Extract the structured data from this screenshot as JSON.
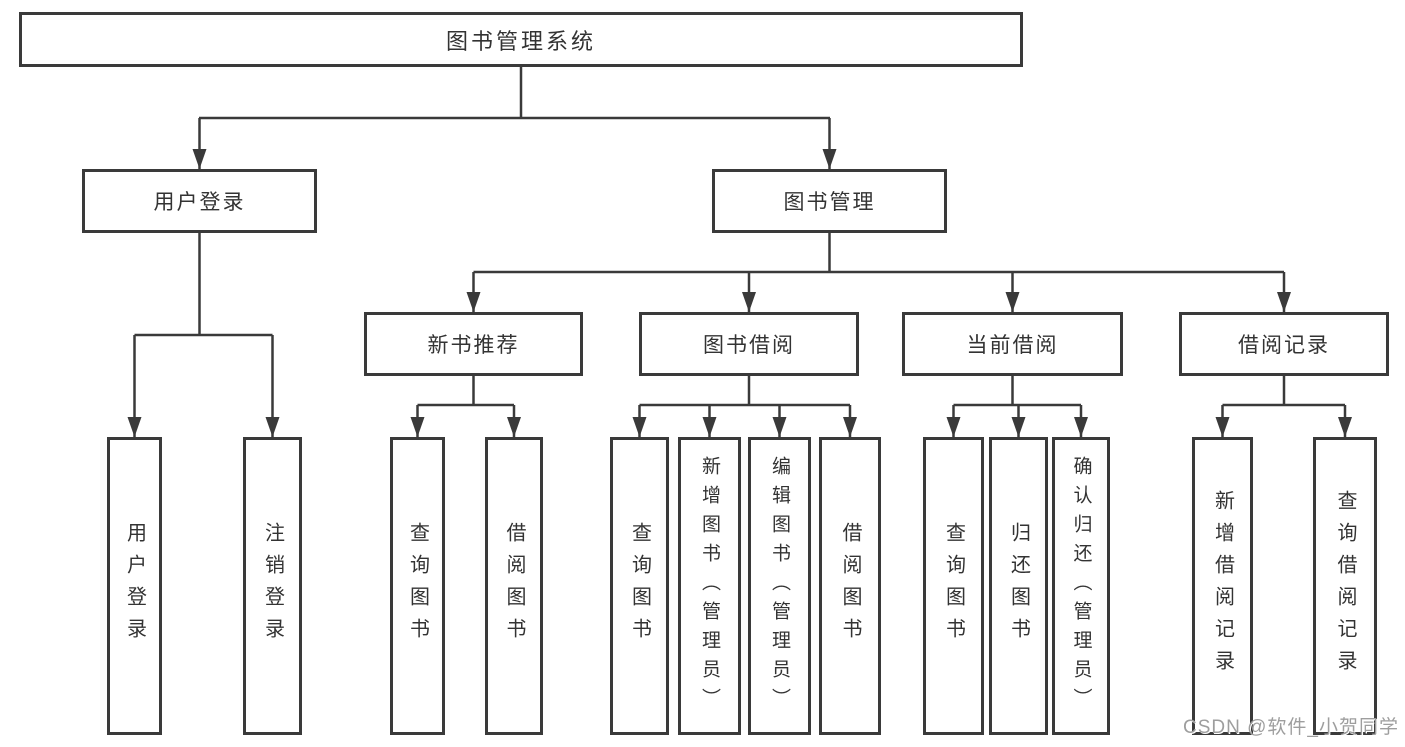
{
  "root": {
    "label": "图书管理系统",
    "children": [
      {
        "label": "用户登录",
        "children": [
          {
            "label": "用户登录"
          },
          {
            "label": "注销登录"
          }
        ]
      },
      {
        "label": "图书管理",
        "children": [
          {
            "label": "新书推荐",
            "children": [
              {
                "label": "查询图书"
              },
              {
                "label": "借阅图书"
              }
            ]
          },
          {
            "label": "图书借阅",
            "children": [
              {
                "label": "查询图书"
              },
              {
                "label": "新增图书（管理员）"
              },
              {
                "label": "编辑图书（管理员）"
              },
              {
                "label": "借阅图书"
              }
            ]
          },
          {
            "label": "当前借阅",
            "children": [
              {
                "label": "查询图书"
              },
              {
                "label": "归还图书"
              },
              {
                "label": "确认归还（管理员）"
              }
            ]
          },
          {
            "label": "借阅记录",
            "children": [
              {
                "label": "新增借阅记录"
              },
              {
                "label": "查询借阅记录"
              }
            ]
          }
        ]
      }
    ]
  },
  "watermark": {
    "text": "CSDN @软件_小贺同学"
  },
  "colors": {
    "line": "#3a3a3a",
    "box_border": "#3a3a3a",
    "text": "#333333",
    "watermark": "#9e9e9e",
    "background": "#ffffff"
  }
}
